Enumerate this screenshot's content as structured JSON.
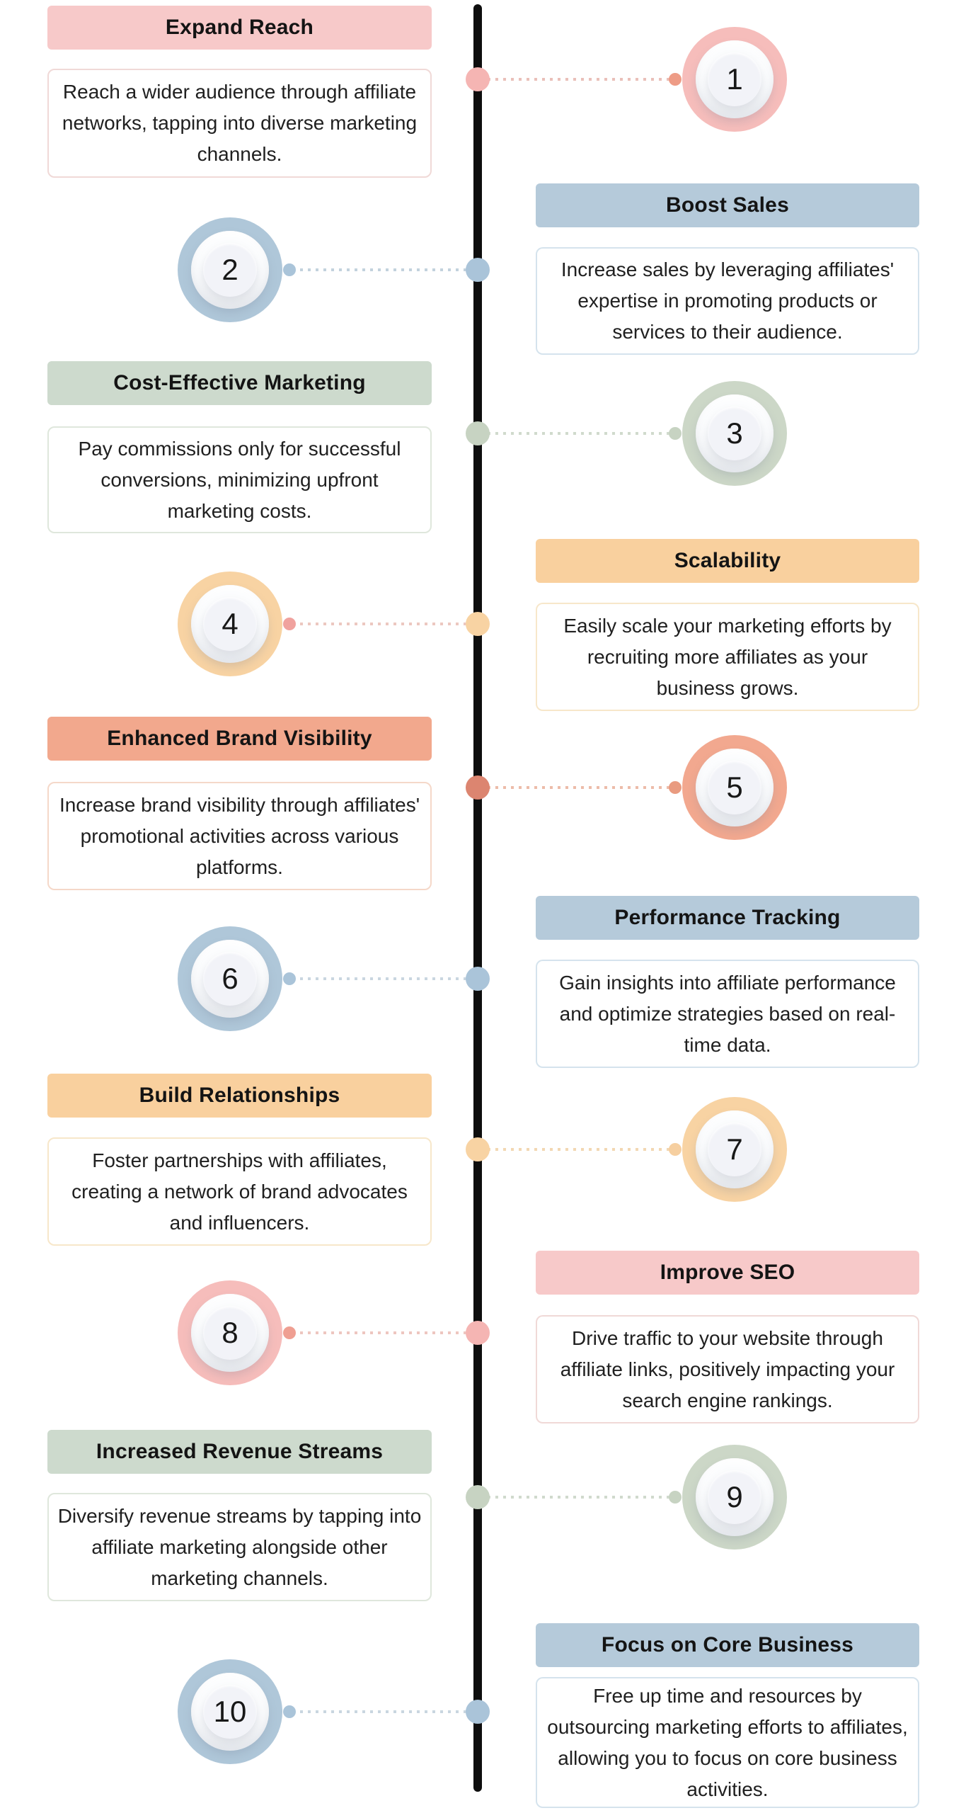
{
  "page": {
    "background": "#ffffff",
    "timeline_color": "#0e0e0e"
  },
  "items": [
    {
      "number": "1",
      "text_side": "left",
      "title": "Expand Reach",
      "description": "Reach a wider audience through affiliate networks, tapping into diverse marketing channels.",
      "colors": {
        "header": "#f7c9c9",
        "ring": "#f6bdbb",
        "desc_border": "#f0d9d7",
        "conn_line": "#eabfb9",
        "near_dot": "#ee9c86",
        "line_dot": "#f5b5b3"
      }
    },
    {
      "number": "2",
      "text_side": "right",
      "title": "Boost Sales",
      "description": "Increase sales by leveraging affiliates' expertise in promoting products or services to their audience.",
      "colors": {
        "header": "#b5cada",
        "ring": "#afc7d9",
        "desc_border": "#d5e3ed",
        "conn_line": "#c2d2dd",
        "near_dot": "#aac4d9",
        "line_dot": "#aac4d9"
      }
    },
    {
      "number": "3",
      "text_side": "left",
      "title": "Cost-Effective Marketing",
      "description": "Pay commissions only for successful conversions, minimizing upfront marketing costs.",
      "colors": {
        "header": "#cddacd",
        "ring": "#ccd7c7",
        "desc_border": "#dfe7dc",
        "conn_line": "#d0dacd",
        "near_dot": "#c7d3c2",
        "line_dot": "#c7d3c2"
      }
    },
    {
      "number": "4",
      "text_side": "right",
      "title": "Scalability",
      "description": "Easily scale your marketing efforts by recruiting more affiliates as your business grows.",
      "colors": {
        "header": "#f9d09e",
        "ring": "#f8d3a3",
        "desc_border": "#f7e7ca",
        "conn_line": "#ecc8c0",
        "near_dot": "#f0a29e",
        "line_dot": "#f8d3a3"
      }
    },
    {
      "number": "5",
      "text_side": "left",
      "title": "Enhanced Brand Visibility",
      "description": "Increase brand visibility through affiliates' promotional activities across various platforms.",
      "colors": {
        "header": "#f2a88d",
        "ring": "#f2a88f",
        "desc_border": "#f5d8c9",
        "conn_line": "#edbca9",
        "near_dot": "#e99b80",
        "line_dot": "#dc8570"
      }
    },
    {
      "number": "6",
      "text_side": "right",
      "title": "Performance Tracking",
      "description": "Gain insights into affiliate performance and optimize strategies based on real-time data.",
      "colors": {
        "header": "#b5cada",
        "ring": "#afc7d9",
        "desc_border": "#d5e3ed",
        "conn_line": "#c9d6e0",
        "near_dot": "#aac4d9",
        "line_dot": "#aac4d9"
      }
    },
    {
      "number": "7",
      "text_side": "left",
      "title": "Build Relationships",
      "description": "Foster partnerships with affiliates, creating a network of brand advocates and influencers.",
      "colors": {
        "header": "#f9d09e",
        "ring": "#f8d3a3",
        "desc_border": "#f7e7ca",
        "conn_line": "#f2d7b2",
        "near_dot": "#f6cfa0",
        "line_dot": "#f8d3a3"
      }
    },
    {
      "number": "8",
      "text_side": "right",
      "title": "Improve SEO",
      "description": "Drive traffic to your website through affiliate links, positively impacting your search engine rankings.",
      "colors": {
        "header": "#f7c9c9",
        "ring": "#f6bdbb",
        "desc_border": "#f0d9d7",
        "conn_line": "#eec6c0",
        "near_dot": "#ef9f92",
        "line_dot": "#f5b5b3"
      }
    },
    {
      "number": "9",
      "text_side": "left",
      "title": "Increased Revenue Streams",
      "description": "Diversify revenue streams by tapping into affiliate marketing alongside other marketing channels.",
      "colors": {
        "header": "#cddacd",
        "ring": "#ccd7c7",
        "desc_border": "#dfe7dc",
        "conn_line": "#d0dacd",
        "near_dot": "#c7d3c2",
        "line_dot": "#c7d3c2"
      }
    },
    {
      "number": "10",
      "text_side": "right",
      "title": "Focus on Core Business",
      "description": "Free up time and resources by outsourcing marketing efforts to affiliates, allowing you to focus on core business activities.",
      "colors": {
        "header": "#b5cada",
        "ring": "#afc7d9",
        "desc_border": "#d5e3ed",
        "conn_line": "#c9d6e0",
        "near_dot": "#aac4d9",
        "line_dot": "#aac4d9"
      }
    }
  ]
}
